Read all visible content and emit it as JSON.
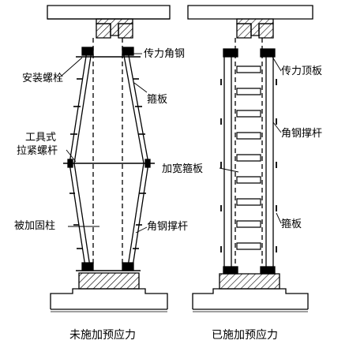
{
  "left_panel": {
    "labels": {
      "bolt": "安装螺栓",
      "angle_transfer": "传力角钢",
      "batten": "箍板",
      "tool_bolt_line1": "工具式",
      "tool_bolt_line2": "拉紧螺杆",
      "column": "被加固柱",
      "angle_strut": "角钢撑杆"
    },
    "caption": "未施加预应力"
  },
  "right_panel": {
    "labels": {
      "top_plate": "传力顶板",
      "angle_strut": "角钢撑杆",
      "wide_batten": "加宽箍板",
      "batten": "箍板"
    },
    "caption": "已施加预应力"
  }
}
